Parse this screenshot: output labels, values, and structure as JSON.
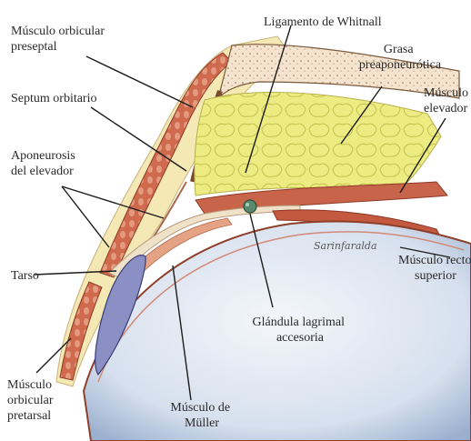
{
  "labels": {
    "musculo_orbicular_preseptal": [
      "Músculo orbicular",
      "preseptal"
    ],
    "ligamento_whitnall": [
      "Ligamento de Whitnall"
    ],
    "grasa_preaponeurotica": [
      "Grasa",
      "preaponeurótica"
    ],
    "musculo_elevador": [
      "Músculo",
      "elevador"
    ],
    "septum_orbitario": [
      "Septum orbitario"
    ],
    "aponeurosis_elevador": [
      "Aponeurosis",
      "del elevador"
    ],
    "tarso": [
      "Tarso"
    ],
    "musculo_recto_superior": [
      "Músculo recto",
      "superior"
    ],
    "glandula_lagrimal_accesoria": [
      "Glándula lagrimal",
      "accesoria"
    ],
    "musculo_orbicular_pretarsal": [
      "Músculo",
      "orbicular",
      "pretarsal"
    ],
    "musculo_muller": [
      "Músculo de",
      "Müller"
    ]
  },
  "signature": "Sarinfaralda",
  "colors": {
    "skin": "#f4e9b6",
    "fat": "#e9ea7a",
    "muscle": "#c8644a",
    "muscle_dark": "#a5432e",
    "septum": "#e8c4a8",
    "bone": "#f0dcc8",
    "globe": "#c6d2e6",
    "tarsus": "#8a8fc4"
  }
}
